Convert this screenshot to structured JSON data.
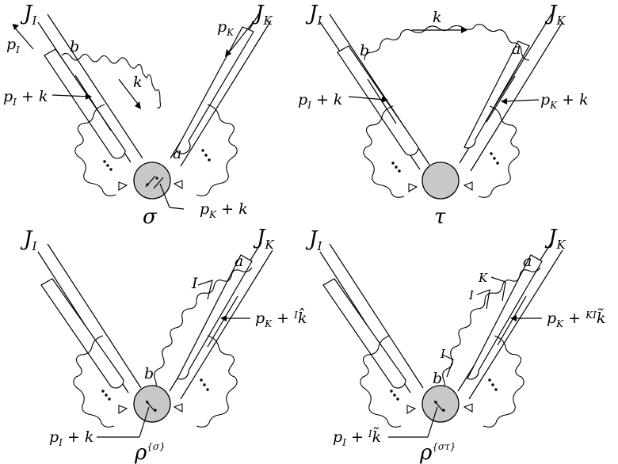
{
  "panels": [
    {
      "id": "sigma",
      "caption": "σ",
      "jets": {
        "left": "J_I",
        "right": "J_K"
      },
      "labels": {
        "pI": "p_I",
        "pK": "p_K",
        "pIk": "p_I + k",
        "pKk": "p_K + k",
        "k": "k",
        "a": "a",
        "b": "b"
      }
    },
    {
      "id": "tau",
      "caption": "τ",
      "jets": {
        "left": "J_I",
        "right": "J_K"
      },
      "labels": {
        "k": "k",
        "a": "a",
        "b": "b",
        "pIk": "p_I + k",
        "pKk": "p_K + k"
      }
    },
    {
      "id": "rho-sigma",
      "caption": "ρ^{σ}",
      "jets": {
        "left": "J_I",
        "right": "J_K"
      },
      "labels": {
        "a": "a",
        "b": "b",
        "I": "I",
        "pKhat": "p_K + ^I k̂",
        "pIk": "p_I + k"
      }
    },
    {
      "id": "rho-sigma-tau",
      "caption": "ρ^{στ}",
      "jets": {
        "left": "J_I",
        "right": "J_K"
      },
      "labels": {
        "a": "a",
        "b": "b",
        "I1": "I",
        "I2": "I",
        "K": "K",
        "pKtilde": "p_K + ^{KI} k̃̃",
        "pItilde": "p_I + ^I k̃"
      }
    }
  ]
}
